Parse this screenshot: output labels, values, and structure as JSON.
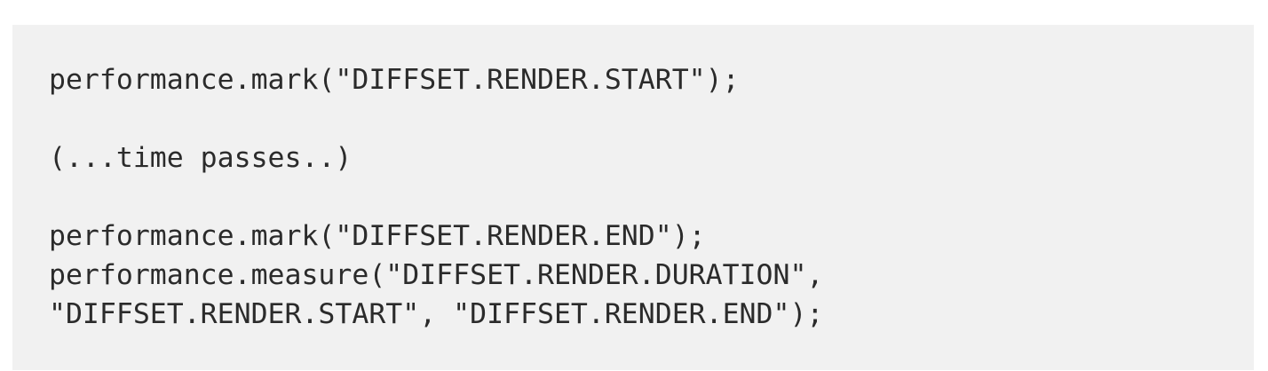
{
  "colors": {
    "page_background": "#ffffff",
    "code_background": "#f1f1f1",
    "code_text": "#2b2b2b"
  },
  "code_block": {
    "lines": [
      "performance.mark(\"DIFFSET.RENDER.START\");",
      "",
      "(...time passes..)",
      "",
      "performance.mark(\"DIFFSET.RENDER.END\");",
      "performance.measure(\"DIFFSET.RENDER.DURATION\",",
      "\"DIFFSET.RENDER.START\", \"DIFFSET.RENDER.END\");"
    ]
  }
}
